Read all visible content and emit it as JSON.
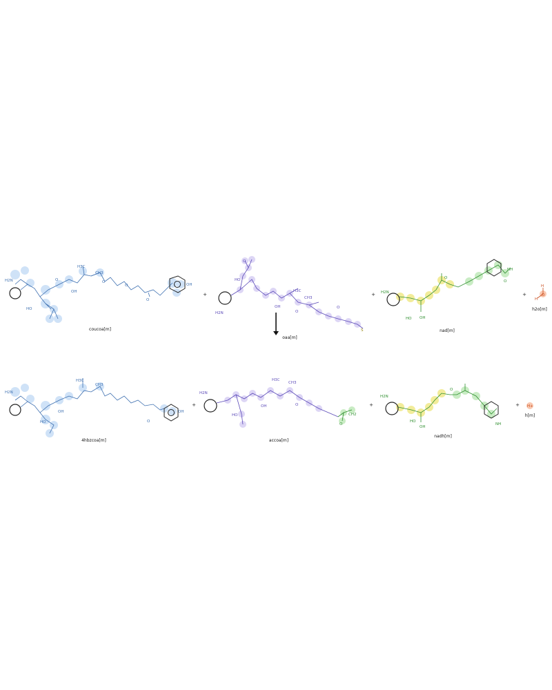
{
  "reaction": {
    "reactants": [
      {
        "id": "coucoa",
        "label": "coucoa[m]",
        "color": "#5aa0e6"
      },
      {
        "id": "oaa",
        "label": "oaa[m]",
        "color": "#8c7ee0"
      },
      {
        "id": "nad",
        "label": "nad[m]",
        "color": "#56c15a"
      },
      {
        "id": "h2o",
        "label": "h2o[m]",
        "color": "#f08a5d"
      }
    ],
    "products": [
      {
        "id": "4hbzcoa",
        "label": "4hbzcoa[m]",
        "color": "#5aa0e6"
      },
      {
        "id": "accoa",
        "label": "accoa[m]",
        "color": "#8c7ee0"
      },
      {
        "id": "nadh",
        "label": "nadh[m]",
        "color": "#56c15a"
      },
      {
        "id": "h",
        "label": "h[m]",
        "color": "#f08a5d"
      }
    ],
    "plus_sign": "+",
    "arrow": "down"
  },
  "atoms": {
    "coucoa": {
      "h2n": "H2N",
      "ho": "HO",
      "oh": "OH",
      "o": "O",
      "h3c": "H3C",
      "ch3": "CH3",
      "oh_end": "OH"
    },
    "oaa": {
      "o_minus": "O",
      "ho": "HO",
      "oh": "OH",
      "h3c": "H3C",
      "ch3": "CH3",
      "o": "O",
      "s": "S",
      "h2n": "H2N"
    },
    "nad": {
      "h2n": "H2N",
      "ho": "HO",
      "oh": "OH",
      "o": "O",
      "nh": "NH",
      "o_minus": "O"
    },
    "h2o": {
      "h": "H",
      "o": "O"
    },
    "4hbzcoa": {
      "h2n": "H2N",
      "ho": "HO",
      "oh": "OH",
      "o": "O",
      "h3c": "H3C",
      "ch3": "CH3"
    },
    "accoa": {
      "h2n": "H2N",
      "ho": "HO",
      "oh": "OH",
      "o": "O",
      "h3c": "H3C",
      "ch3": "CH3",
      "ch2": "CH2"
    },
    "nadh": {
      "h2n": "H2N",
      "ho": "HO",
      "oh": "OH",
      "o": "O",
      "nh": "NH"
    },
    "h": {
      "hplus": "H+"
    }
  }
}
